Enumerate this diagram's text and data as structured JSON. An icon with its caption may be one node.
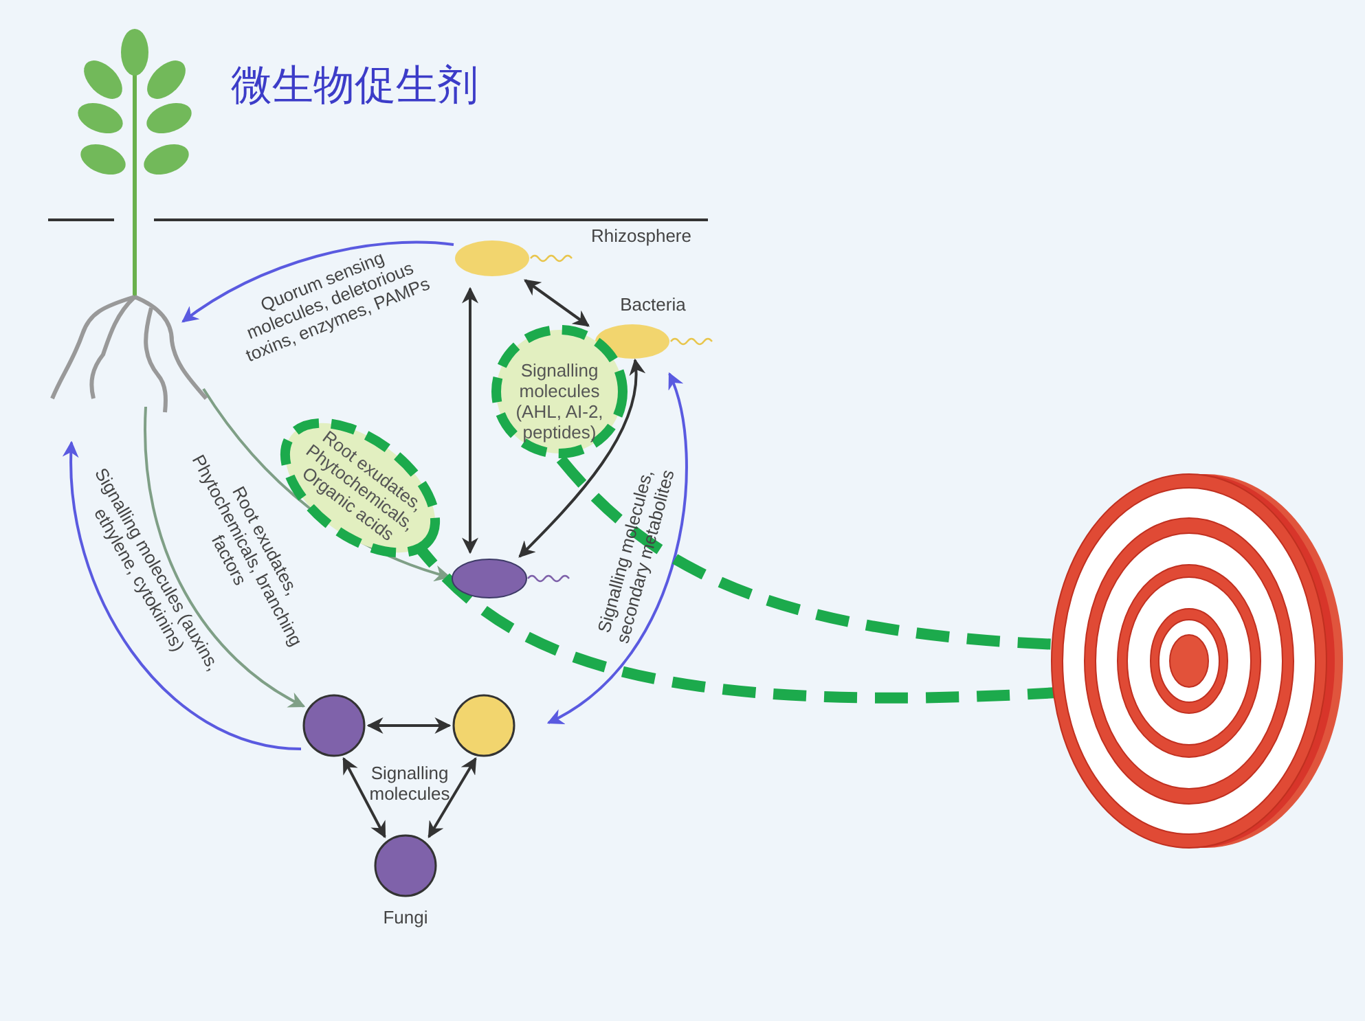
{
  "diagram": {
    "title": "微生物促生剂",
    "nodes": [
      {
        "text": [],
        "shape": "picture"
      },
      {
        "text": [],
        "shape": "ellipse"
      },
      {
        "text": [],
        "shape": "ellipse",
        "beside": [
          "Bacteria"
        ]
      },
      {
        "text": [],
        "shape": "ellipse"
      },
      {
        "text": [],
        "shape": "circle"
      },
      {
        "text": [],
        "shape": "circle"
      },
      {
        "text": [],
        "shape": "circle",
        "beside": [
          "Fungi"
        ]
      },
      {
        "text": [
          "Signalling molecules (AHL, AI-2, peptides)"
        ]
      },
      {
        "text": [
          "Root exudates, Phytochemicals, Organic acids"
        ]
      },
      {
        "text": [],
        "shape": "picture"
      }
    ],
    "edges": [
      {
        "from": 1,
        "to": 0,
        "arrow": "to",
        "color": "#5a5ae0",
        "label": "Quorum sensing molecules, deletorious toxins, enzymes, PAMPs"
      },
      {
        "from": 1,
        "to": 2,
        "arrow": "both"
      },
      {
        "from": 1,
        "to": 3,
        "arrow": "both"
      },
      {
        "from": 2,
        "to": 3,
        "arrow": "both"
      },
      {
        "from": 0,
        "to": 3,
        "arrow": "to",
        "color": "#7f9f86"
      },
      {
        "from": 0,
        "to": 4,
        "arrow": "to",
        "color": "#7f9f86",
        "label": "Root exudates, Phytochemicals, branching factors"
      },
      {
        "from": 4,
        "to": 0,
        "arrow": "to",
        "color": "#5a5ae0",
        "label": "Signalling molecules (auxins, ethylene, cytokinins)"
      },
      {
        "from": 2,
        "to": 5,
        "arrow": "both",
        "color": "#5a5ae0",
        "label": "Signalling molecules, secondary metabolites"
      },
      {
        "from": 4,
        "to": 5,
        "arrow": "both"
      },
      {
        "from": 4,
        "to": 6,
        "arrow": "both"
      },
      {
        "from": 5,
        "to": 6,
        "arrow": "both"
      },
      {
        "from": 7,
        "to": 9,
        "arrow": "to",
        "style": "dashed",
        "color": "#1caa4c"
      },
      {
        "from": 8,
        "to": 9,
        "arrow": "to",
        "style": "dashed",
        "color": "#1caa4c"
      }
    ],
    "labels": [
      "Rhizosphere",
      "Signalling molecules"
    ]
  }
}
